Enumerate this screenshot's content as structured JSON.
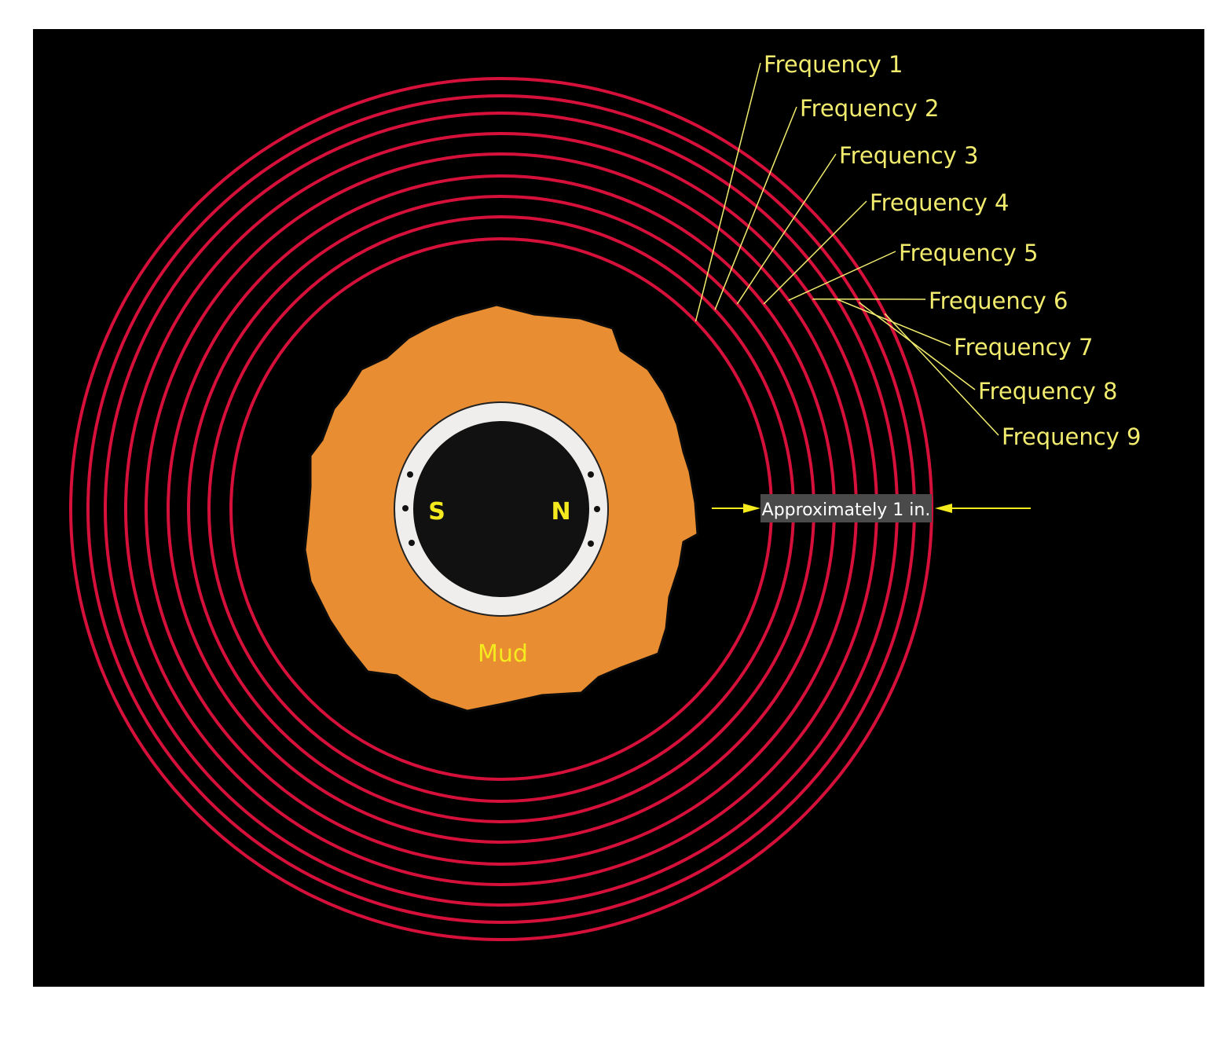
{
  "colors": {
    "page": "#ffffff",
    "background": "#000000",
    "ring": "#d5103a",
    "leader": "#f2ec6e",
    "label": "#f2ec6e",
    "mud": "#e98d32",
    "collar": "#f0eeed",
    "core": "#111111",
    "pole_label": "#f5ea1e",
    "callout_bg": "#4a4a4a",
    "callout_text": "#ffffff",
    "arrow": "#f5ea1e"
  },
  "frequencies": [
    {
      "label": "Frequency 1"
    },
    {
      "label": "Frequency 2"
    },
    {
      "label": "Frequency 3"
    },
    {
      "label": "Frequency 4"
    },
    {
      "label": "Frequency 5"
    },
    {
      "label": "Frequency 6"
    },
    {
      "label": "Frequency 7"
    },
    {
      "label": "Frequency 8"
    },
    {
      "label": "Frequency 9"
    }
  ],
  "poles": {
    "south": "S",
    "north": "N"
  },
  "mud_label": "Mud",
  "callout": {
    "text": "Approximately 1 in."
  },
  "icons": {
    "arrow_left": "arrow-right-icon",
    "arrow_right": "arrow-left-icon"
  }
}
